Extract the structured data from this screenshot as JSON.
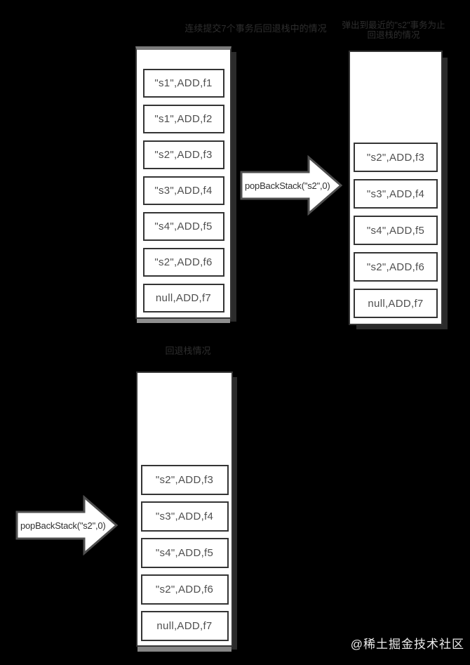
{
  "canvas": {
    "background": "#000000"
  },
  "colors": {
    "box_border": "#343434",
    "box_fill": "#ffffff",
    "entry_text": "#4f4f4f",
    "title_text": "#2e2e2e",
    "shadow_grey": "#8f8f8f",
    "shadow_dark": "#2b2b2b",
    "watermark_text": "#ececec"
  },
  "stack1": {
    "title": "连续提交7个事务后回退栈中的情况",
    "entries": [
      "\"s1\",ADD,f1",
      "\"s1\",ADD,f2",
      "\"s2\",ADD,f3",
      "\"s3\",ADD,f4",
      "\"s4\",ADD,f5",
      "\"s2\",ADD,f6",
      "null,ADD,f7"
    ]
  },
  "stack2": {
    "title_line1": "弹出到最近的\"s2\"事务为止",
    "title_line2": "回退栈的情况",
    "entries": [
      "\"s2\",ADD,f3",
      "\"s3\",ADD,f4",
      "\"s4\",ADD,f5",
      "\"s2\",ADD,f6",
      "null,ADD,f7"
    ]
  },
  "stack3": {
    "title": "回退栈情况",
    "entries": [
      "\"s2\",ADD,f3",
      "\"s3\",ADD,f4",
      "\"s4\",ADD,f5",
      "\"s2\",ADD,f6",
      "null,ADD,f7"
    ]
  },
  "arrow_top": {
    "label": "popBackStack(\"s2\",0)"
  },
  "arrow_bottom": {
    "label": "popBackStack(\"s2\",0)"
  },
  "watermark": {
    "text": "@稀土掘金技术社区"
  }
}
